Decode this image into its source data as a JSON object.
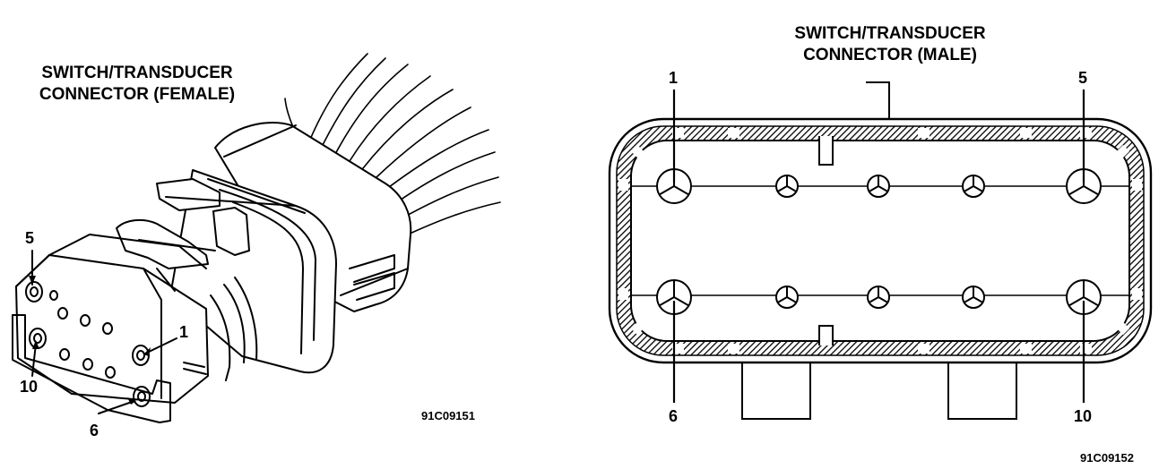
{
  "left": {
    "title_line1": "SWITCH/TRANSDUCER",
    "title_line2": "CONNECTOR (FEMALE)",
    "pin_5": "5",
    "pin_1": "1",
    "pin_10": "10",
    "pin_6": "6",
    "figure_code": "91C09151"
  },
  "right": {
    "title_line1": "SWITCH/TRANSDUCER",
    "title_line2": "CONNECTOR (MALE)",
    "pin_1": "1",
    "pin_5": "5",
    "pin_6": "6",
    "pin_10": "10",
    "figure_code": "91C09152"
  }
}
